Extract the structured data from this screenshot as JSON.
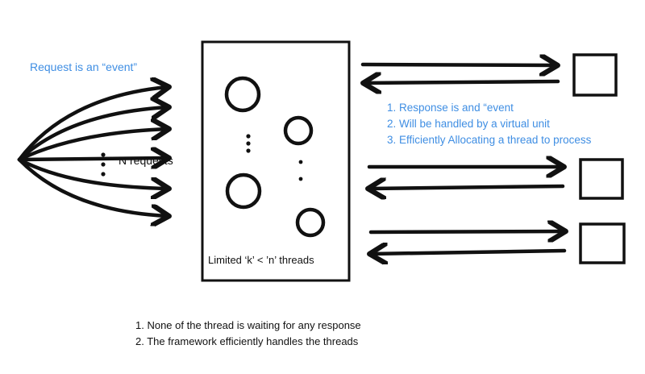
{
  "labels": {
    "request_event": "Request is an “event”",
    "n_requests": "N requests",
    "threads": "Limited ‘k’  < ’n’ threads"
  },
  "response_notes": [
    "1. Response is and “event",
    "2. Will be handled by a virtual unit",
    "3. Efficiently Allocating a thread to process"
  ],
  "bottom_notes": [
    "1. None of the thread is waiting for any response",
    "2. The framework efficiently handles the threads"
  ],
  "colors": {
    "ink": "#111111",
    "accent_text": "#3f8ee3",
    "background": "#ffffff"
  }
}
